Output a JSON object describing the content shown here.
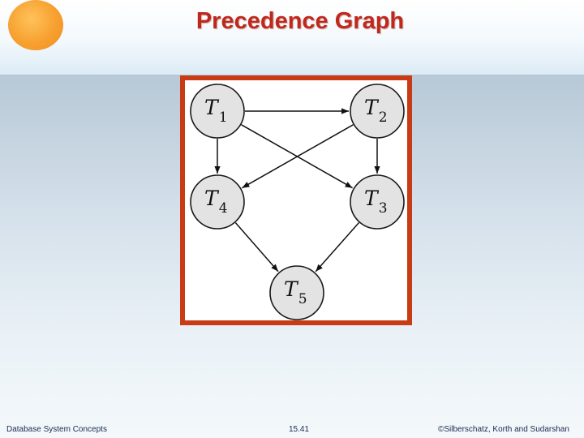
{
  "slide": {
    "title": "Precedence Graph",
    "colors": {
      "title": "#c0281c",
      "frame_border": "#c83b14",
      "logo": "#f7a030"
    }
  },
  "graph": {
    "nodes": [
      {
        "id": "T1",
        "letter": "T",
        "sub": "1"
      },
      {
        "id": "T2",
        "letter": "T",
        "sub": "2"
      },
      {
        "id": "T4",
        "letter": "T",
        "sub": "4"
      },
      {
        "id": "T3",
        "letter": "T",
        "sub": "3"
      },
      {
        "id": "T5",
        "letter": "T",
        "sub": "5"
      }
    ],
    "edges": [
      {
        "from": "T1",
        "to": "T2"
      },
      {
        "from": "T1",
        "to": "T4"
      },
      {
        "from": "T1",
        "to": "T3"
      },
      {
        "from": "T2",
        "to": "T4"
      },
      {
        "from": "T2",
        "to": "T3"
      },
      {
        "from": "T4",
        "to": "T5"
      },
      {
        "from": "T3",
        "to": "T5"
      }
    ]
  },
  "footer": {
    "left": "Database System Concepts",
    "center": "15.41",
    "right": "©Silberschatz, Korth and Sudarshan"
  }
}
